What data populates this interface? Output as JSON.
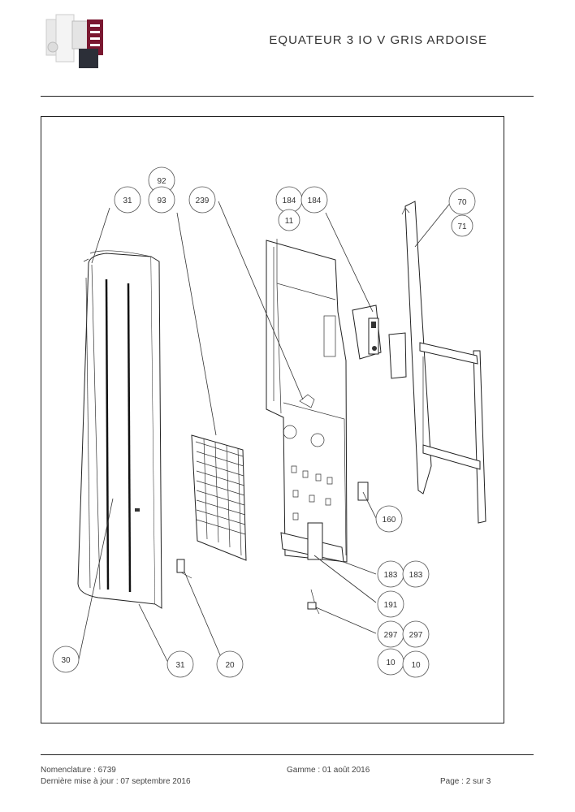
{
  "header": {
    "title": "EQUATEUR 3 IO V GRIS ARDOISE"
  },
  "diagram": {
    "callouts": [
      {
        "id": "c92",
        "label": "92"
      },
      {
        "id": "c31a",
        "label": "31"
      },
      {
        "id": "c93",
        "label": "93"
      },
      {
        "id": "c239",
        "label": "239"
      },
      {
        "id": "c184a",
        "label": "184"
      },
      {
        "id": "c184b",
        "label": "184"
      },
      {
        "id": "c11",
        "label": "11"
      },
      {
        "id": "c70",
        "label": "70"
      },
      {
        "id": "c71",
        "label": "71"
      },
      {
        "id": "c160",
        "label": "160"
      },
      {
        "id": "c183a",
        "label": "183"
      },
      {
        "id": "c183b",
        "label": "183"
      },
      {
        "id": "c191",
        "label": "191"
      },
      {
        "id": "c297a",
        "label": "297"
      },
      {
        "id": "c297b",
        "label": "297"
      },
      {
        "id": "c10a",
        "label": "10"
      },
      {
        "id": "c10b",
        "label": "10"
      },
      {
        "id": "c30",
        "label": "30"
      },
      {
        "id": "c31b",
        "label": "31"
      },
      {
        "id": "c20",
        "label": "20"
      }
    ]
  },
  "footer": {
    "nomenclature": "Nomenclature : 6739",
    "last_update": "Dernière mise à jour : 07 septembre 2016",
    "gamme": "Gamme : 01 août 2016",
    "page": "Page : 2 sur 3"
  }
}
